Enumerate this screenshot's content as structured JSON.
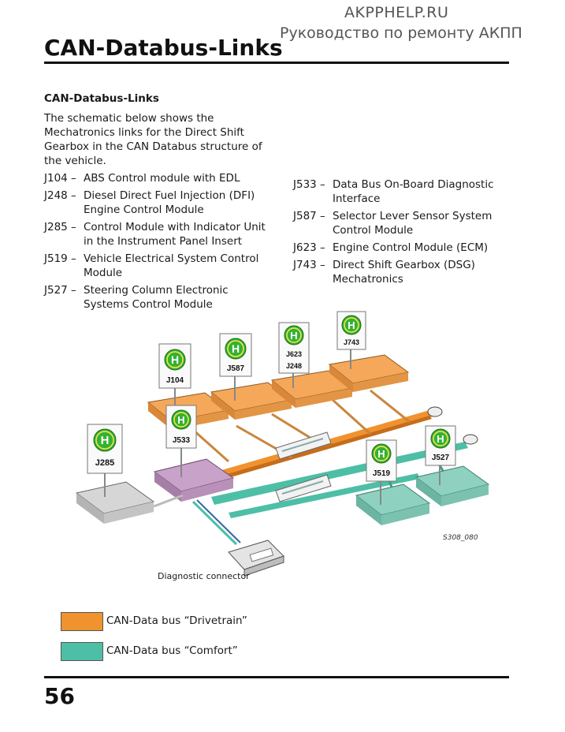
{
  "watermark": {
    "site": "AKPPHELP.RU",
    "subtitle": "Руководство по ремонту АКПП"
  },
  "page": {
    "title": "CAN-Databus-Links",
    "number": "56"
  },
  "section": {
    "heading": "CAN-Databus-Links",
    "intro_lines": [
      "The schematic below shows the",
      "Mechatronics links for the Direct Shift",
      "Gearbox in the CAN Databus structure of",
      "the vehicle."
    ]
  },
  "components_left": [
    {
      "code": "J104 –",
      "desc": "ABS Control module with EDL"
    },
    {
      "code": "J248 –",
      "desc": "Diesel Direct Fuel Injection (DFI)\nEngine Control Module"
    },
    {
      "code": "J285 –",
      "desc": "Control Module with Indicator Unit\nin the Instrument Panel Insert"
    },
    {
      "code": "J519 –",
      "desc": "Vehicle Electrical System Control\nModule"
    },
    {
      "code": "J527 –",
      "desc": "Steering Column Electronic\nSystems Control Module"
    }
  ],
  "components_right": [
    {
      "code": "J533 –",
      "desc": "Data Bus On-Board Diagnostic\nInterface"
    },
    {
      "code": "J587 –",
      "desc": "Selector Lever Sensor System\nControl Module"
    },
    {
      "code": "J623 –",
      "desc": "Engine Control Module (ECM)"
    },
    {
      "code": "J743 –",
      "desc": "Direct Shift Gearbox (DSG)\nMechatronics"
    }
  ],
  "diagram": {
    "sign_letter": "H",
    "labels": {
      "j104": "J104",
      "j587": "J587",
      "j623": "J623",
      "j248": "J248",
      "j743": "J743",
      "j533": "J533",
      "j285": "J285",
      "j519": "J519",
      "j527": "J527"
    },
    "connector_caption": "Diagnostic connector",
    "figure_id": "S308_080",
    "colors": {
      "drivetrain": "#f0922e",
      "comfort": "#4dbfa6",
      "j533_module": "#c9a2c9",
      "j285_module": "#d6d6d6",
      "comfort_module": "#8fd1c0",
      "drivetrain_module": "#f5a85a",
      "sign_green": "#34b233"
    }
  },
  "legend": [
    {
      "label": "CAN-Data bus “Drivetrain”",
      "color": "#f0922e"
    },
    {
      "label": "CAN-Data bus “Comfort”",
      "color": "#4dbfa6"
    }
  ]
}
